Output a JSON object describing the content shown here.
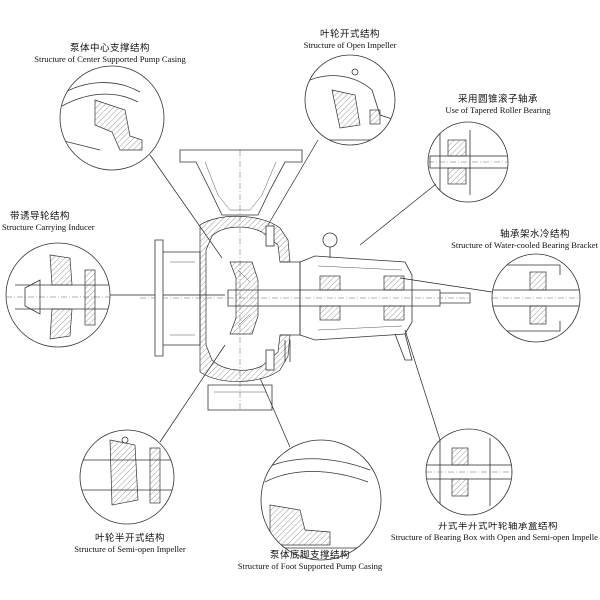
{
  "callouts": [
    {
      "id": "center-supported-casing",
      "zh": "泵体中心支撑结构",
      "en": "Structure of Center Supported Pump Casing"
    },
    {
      "id": "open-impeller",
      "zh": "叶轮开式结构",
      "en": "Structure of Open Impeller"
    },
    {
      "id": "tapered-roller-bearing",
      "zh": "采用圆锥滚子轴承",
      "en": "Use of Tapered Roller Bearing"
    },
    {
      "id": "carrying-inducer",
      "zh": "带诱导轮结构",
      "en": "Structure Carrying Inducer"
    },
    {
      "id": "water-cooled-bracket",
      "zh": "轴承架水冷结构",
      "en": "Structure of Water-cooled Bearing Bracket"
    },
    {
      "id": "semi-open-impeller",
      "zh": "叶轮半开式结构",
      "en": "Structure of Semi-open Impeller"
    },
    {
      "id": "foot-supported-casing",
      "zh": "泵体底脚支撑结构",
      "en": "Structure of Foot Supported Pump Casing"
    },
    {
      "id": "bearing-box-open-semi",
      "zh": "开式半开式叶轮轴承盒结构",
      "en": "Structure of Bearing Box with Open and Semi-open Impelle"
    }
  ]
}
